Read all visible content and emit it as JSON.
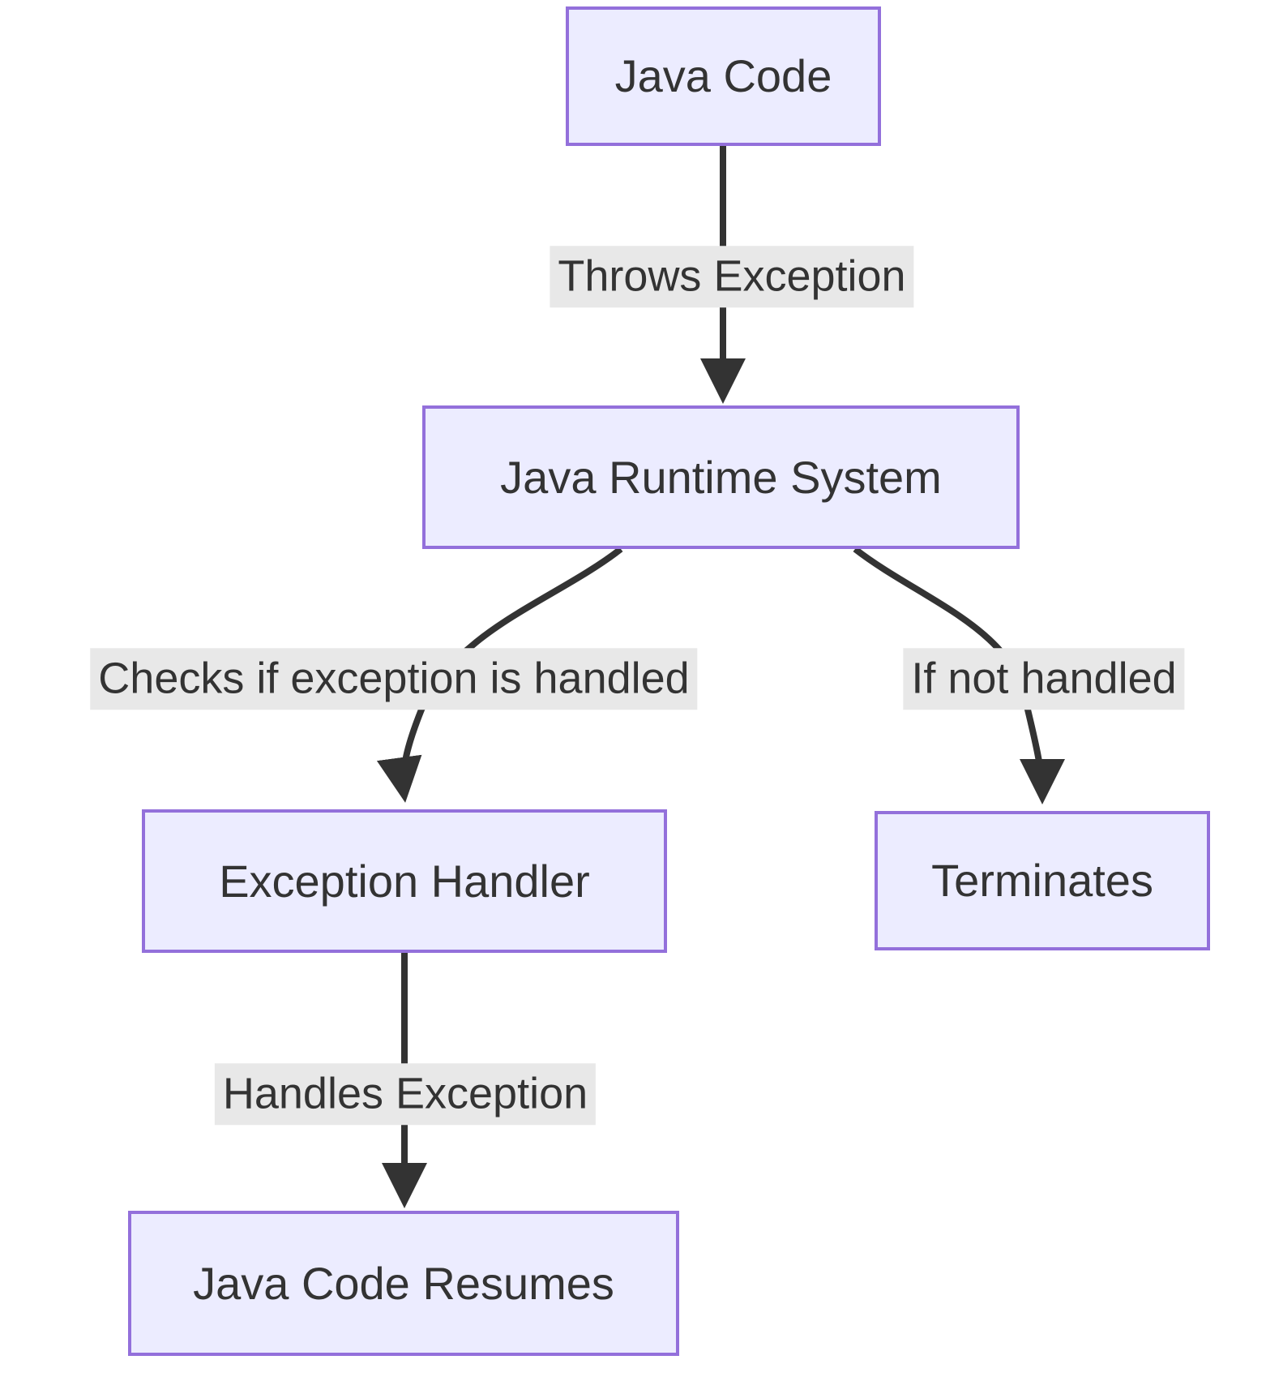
{
  "diagram": {
    "type": "flowchart",
    "direction": "top-down",
    "nodes": [
      {
        "id": "java-code",
        "label": "Java Code"
      },
      {
        "id": "java-runtime",
        "label": "Java Runtime System"
      },
      {
        "id": "exception-handler",
        "label": "Exception Handler"
      },
      {
        "id": "terminates",
        "label": "Terminates"
      },
      {
        "id": "java-code-resumes",
        "label": "Java Code Resumes"
      }
    ],
    "edges": [
      {
        "from": "java-code",
        "to": "java-runtime",
        "label": "Throws Exception"
      },
      {
        "from": "java-runtime",
        "to": "exception-handler",
        "label": "Checks if exception is handled"
      },
      {
        "from": "java-runtime",
        "to": "terminates",
        "label": "If not handled"
      },
      {
        "from": "exception-handler",
        "to": "java-code-resumes",
        "label": "Handles Exception"
      }
    ]
  },
  "colors": {
    "node_fill": "#ECECFF",
    "node_border": "#9370DB",
    "node_text": "#333333",
    "edge_line": "#333333",
    "edge_label_bg": "#e8e8e8",
    "edge_label_text": "#333333",
    "background": "#ffffff"
  }
}
